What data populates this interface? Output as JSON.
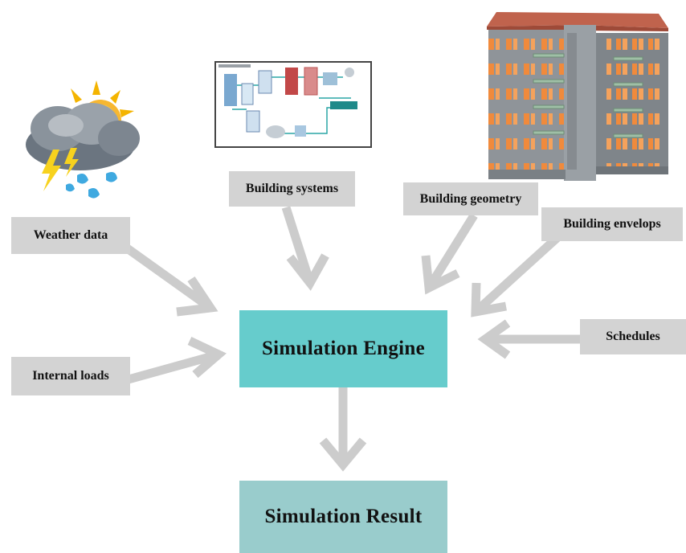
{
  "labels": {
    "weather_data": "Weather data",
    "internal_loads": "Internal loads",
    "building_systems": "Building systems",
    "building_geometry": "Building geometry",
    "building_envelops": "Building envelops",
    "schedules": "Schedules"
  },
  "nodes": {
    "engine": "Simulation Engine",
    "result": "Simulation Result"
  },
  "colors": {
    "engine_fill": "#66cccc",
    "result_fill": "#99cccc",
    "label_fill": "#d3d3d3",
    "arrow": "#cccccc",
    "building_wall": "#8f9499",
    "building_window": "#f08a3c",
    "roof": "#c0634d"
  },
  "icons": [
    "weather-icon",
    "hvac-schematic-icon",
    "building-model-icon"
  ]
}
